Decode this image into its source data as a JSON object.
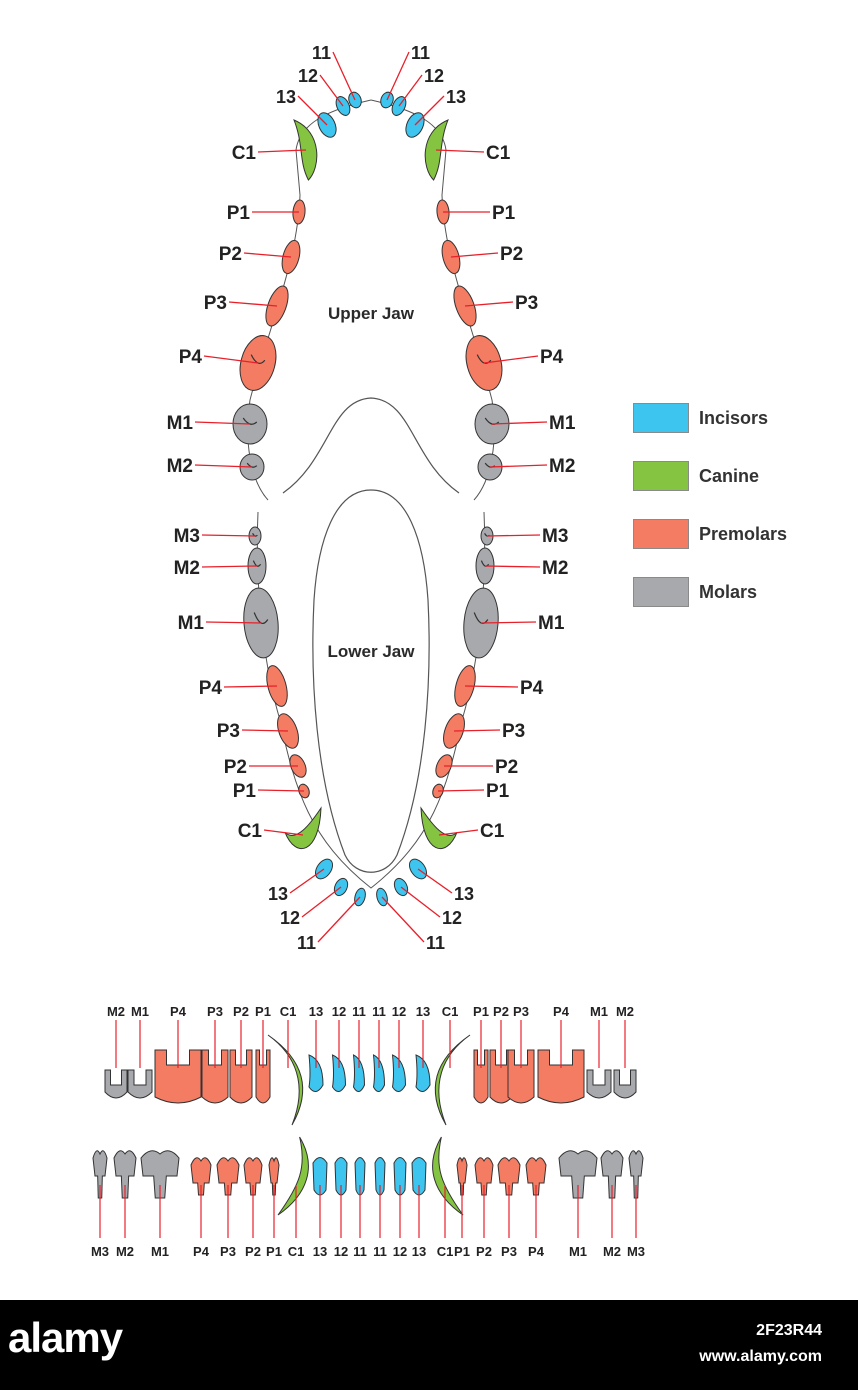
{
  "colors": {
    "incisor": "#3ec5ef",
    "canine": "#85c441",
    "premolar": "#f37c63",
    "molar": "#a7a9ac",
    "leader": "#e8202a",
    "outline": "#333333"
  },
  "jaw": {
    "upper_label": "Upper Jaw",
    "lower_label": "Lower Jaw"
  },
  "legend": [
    {
      "label": "Incisors",
      "color": "#3ec5ef"
    },
    {
      "label": "Canine",
      "color": "#85c441"
    },
    {
      "label": "Premolars",
      "color": "#f37c63"
    },
    {
      "label": "Molars",
      "color": "#a7a9ac"
    }
  ],
  "upper_arch_labels": [
    "11",
    "12",
    "13",
    "C1",
    "P1",
    "P2",
    "P3",
    "P4",
    "M1",
    "M2"
  ],
  "lower_arch_labels": [
    "M3",
    "M2",
    "M1",
    "P4",
    "P3",
    "P2",
    "P1",
    "C1",
    "13",
    "12",
    "11"
  ],
  "upper_row_labels": [
    "M2",
    "M1",
    "P4",
    "P3",
    "P2",
    "P1",
    "C1",
    "13",
    "12",
    "11",
    "11",
    "12",
    "13",
    "C1",
    "P1",
    "P2",
    "P3",
    "P4",
    "M1",
    "M2"
  ],
  "lower_row_labels": [
    "M3",
    "M2",
    "M1",
    "P4",
    "P3",
    "P2",
    "P1",
    "C1",
    "13",
    "12",
    "11",
    "11",
    "12",
    "13",
    "C1",
    "P1",
    "P2",
    "P3",
    "P4",
    "M1",
    "M2",
    "M3"
  ],
  "footer": {
    "brand": "alamy",
    "stock_id": "2F23R44",
    "url": "www.alamy.com"
  }
}
